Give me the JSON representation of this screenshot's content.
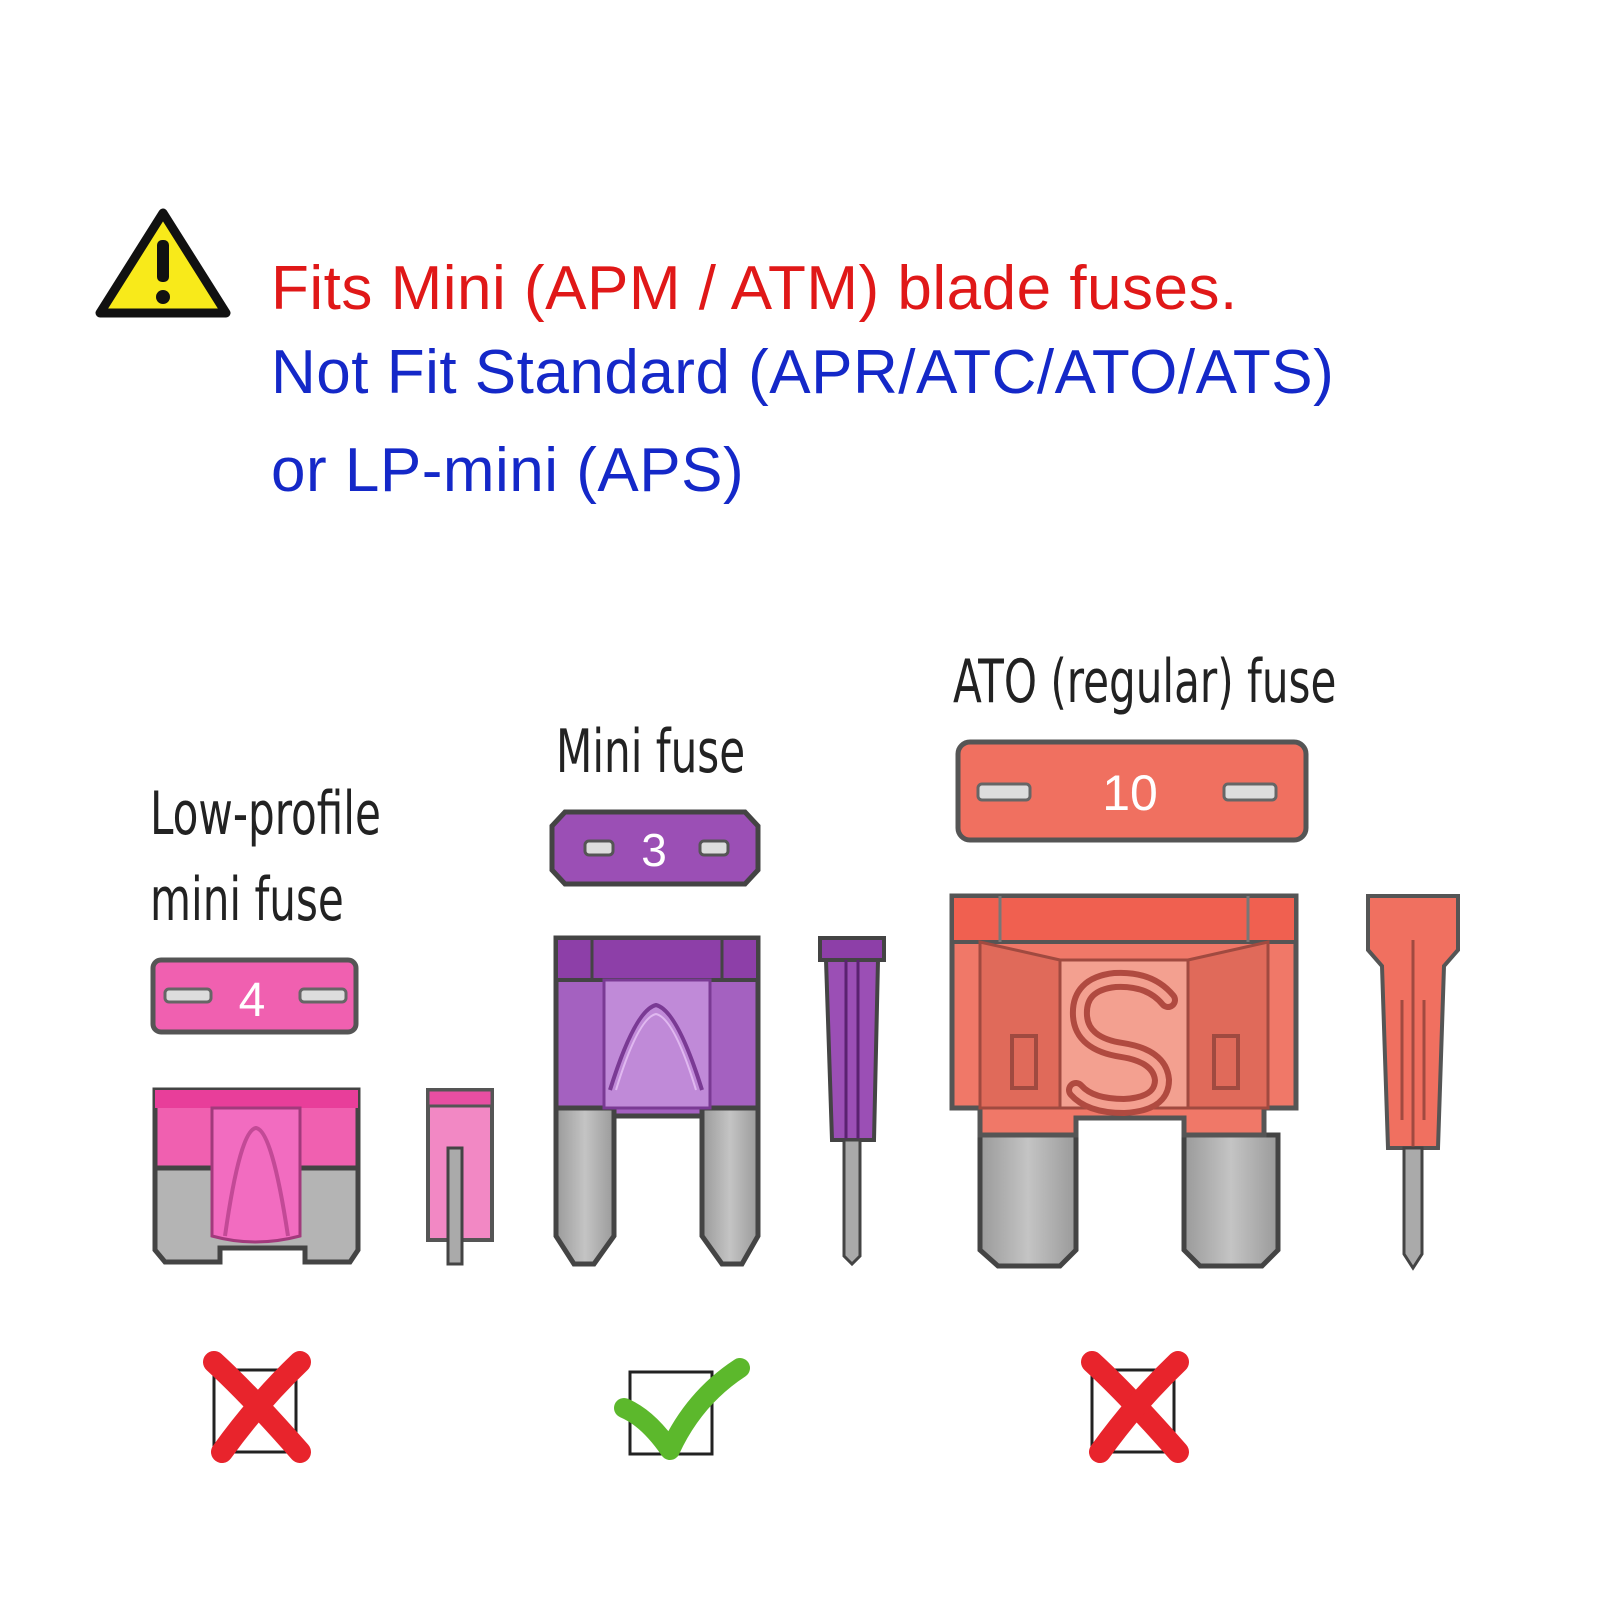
{
  "warning": {
    "icon": "warning-triangle-icon",
    "line1": "Fits Mini (APM / ATM)  blade fuses.",
    "line2": "Not Fit Standard (APR/ATC/ATO/ATS)",
    "line3": "or LP-mini (APS)",
    "line1_color": "#e01818",
    "line2_color": "#1428c8"
  },
  "fuses": [
    {
      "id": "low-profile",
      "label_line1": "Low-profile",
      "label_line2": "mini fuse",
      "rating": "4",
      "color": "#f060b0",
      "fits": false,
      "mark_icon": "red-x-icon"
    },
    {
      "id": "mini",
      "label_line1": "Mini fuse",
      "rating": "3",
      "color": "#9b4fb5",
      "fits": true,
      "mark_icon": "green-check-icon"
    },
    {
      "id": "ato",
      "label_line1": "ATO (regular) fuse",
      "rating": "10",
      "color": "#f07060",
      "fits": false,
      "mark_icon": "red-x-icon"
    }
  ]
}
